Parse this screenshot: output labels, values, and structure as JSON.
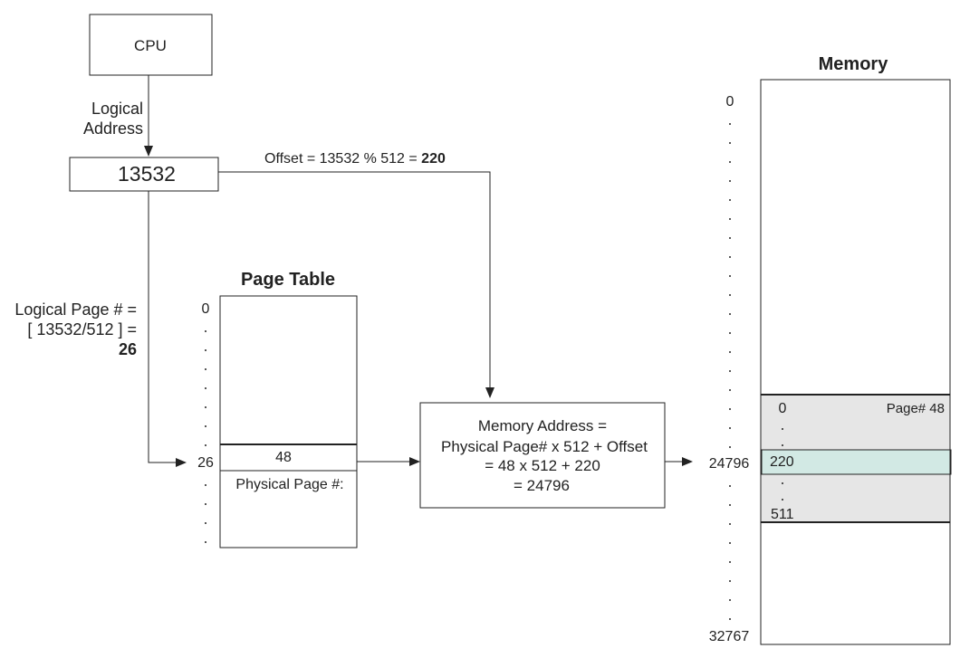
{
  "cpu": {
    "label": "CPU"
  },
  "logical_address": {
    "label_line1": "Logical",
    "label_line2": "Address",
    "value": "13532"
  },
  "offset": {
    "prefix": "Offset = 13532 % 512 = ",
    "result": "220"
  },
  "logical_page": {
    "line1": "Logical Page # =",
    "line2": "[ 13532/512 ] =",
    "result": "26"
  },
  "page_table": {
    "title": "Page Table",
    "index_start": "0",
    "index_entry": "26",
    "entry_value": "48",
    "entry_caption": "Physical Page #:"
  },
  "memory_address": {
    "line1": "Memory Address =",
    "line2": "Physical Page# x 512 + Offset",
    "line3": "= 48 x 512 + 220",
    "line4": "= 24796"
  },
  "memory": {
    "title": "Memory",
    "index_start": "0",
    "index_target": "24796",
    "index_end": "32767",
    "page_start": "0",
    "page_label": "Page# 48",
    "page_offset": "220",
    "page_end": "511",
    "page_fill": "#e6e6e6",
    "offset_fill": "#d2e9e4"
  }
}
